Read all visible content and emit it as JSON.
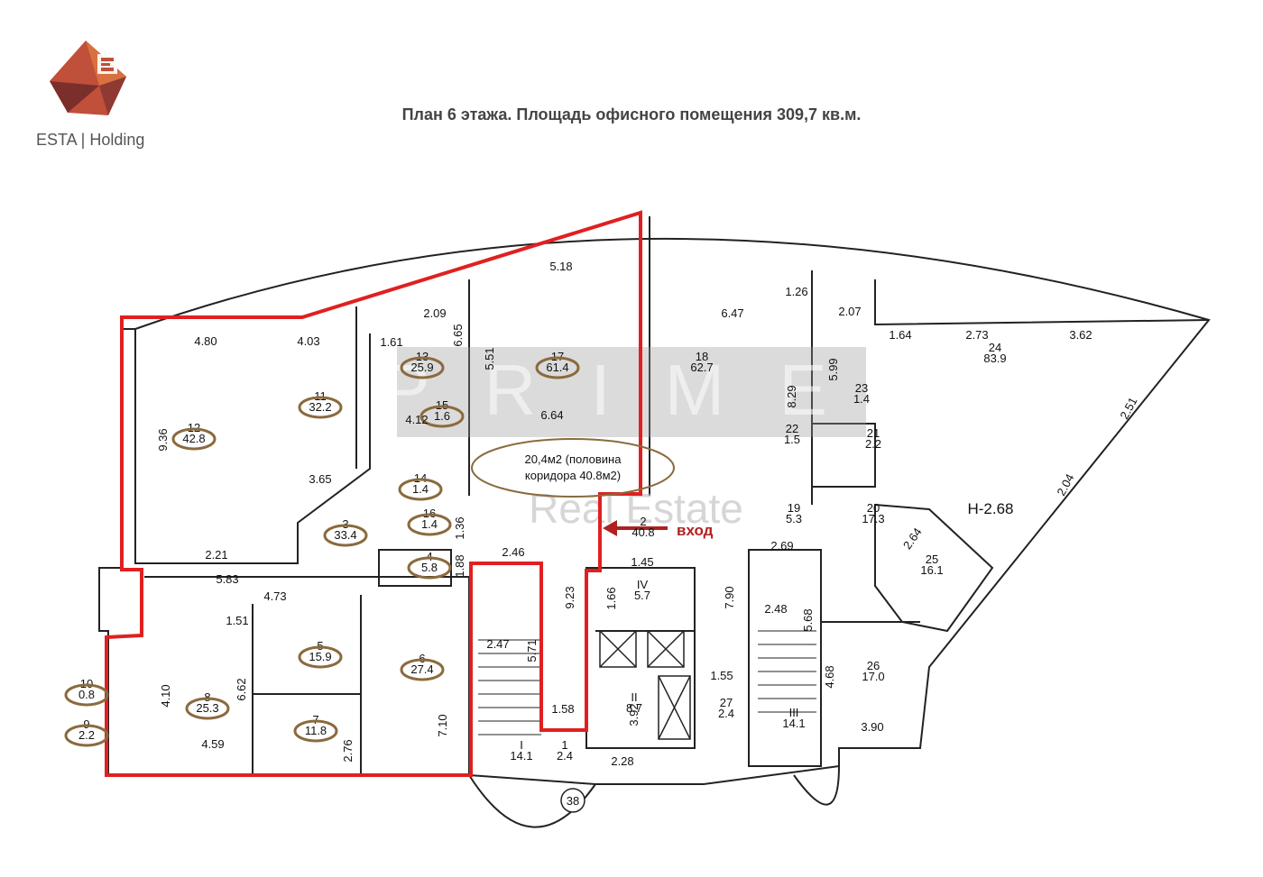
{
  "header": {
    "brand": "ESTA | Holding",
    "title": "План 6 этажа. Площадь офисного помещения 309,7 кв.м."
  },
  "watermark": {
    "main": "PRIME",
    "sub": "Real Estate"
  },
  "colors": {
    "outline": "#e02020",
    "highlight": "#8b6a3e",
    "logo_a": "#c0503a",
    "logo_b": "#7a2f2a"
  },
  "entrance_label": "вход",
  "corridor_note": {
    "line1": "20,4м2 (половина",
    "line2": "коридора 40.8м2)"
  },
  "height_label": "Н-2.68",
  "axis_label": "38",
  "rooms": [
    {
      "num": "12",
      "area": "42.8"
    },
    {
      "num": "11",
      "area": "32.2"
    },
    {
      "num": "3",
      "area": "33.4"
    },
    {
      "num": "13",
      "area": "25.9"
    },
    {
      "num": "17",
      "area": "61.4"
    },
    {
      "num": "18",
      "area": "62.7"
    },
    {
      "num": "15",
      "area": "1.6"
    },
    {
      "num": "14",
      "area": "1.4"
    },
    {
      "num": "16",
      "area": "1.4"
    },
    {
      "num": "4",
      "area": "5.8"
    },
    {
      "num": "2",
      "area": "40.8"
    },
    {
      "num": "24",
      "area": "83.9"
    },
    {
      "num": "23",
      "area": "1.4"
    },
    {
      "num": "22",
      "area": "1.5"
    },
    {
      "num": "21",
      "area": "2.2"
    },
    {
      "num": "19",
      "area": "5.3"
    },
    {
      "num": "20",
      "area": "17.3"
    },
    {
      "num": "25",
      "area": "16.1"
    },
    {
      "num": "5",
      "area": "15.9"
    },
    {
      "num": "6",
      "area": "27.4"
    },
    {
      "num": "7",
      "area": "11.8"
    },
    {
      "num": "8",
      "area": "25.3"
    },
    {
      "num": "10",
      "area": "0.8"
    },
    {
      "num": "9",
      "area": "2.2"
    },
    {
      "num": "IV",
      "area": "5.7"
    },
    {
      "num": "II",
      "area": "8.7"
    },
    {
      "num": "I",
      "area": "14.1"
    },
    {
      "num": "1",
      "area": "2.4"
    },
    {
      "num": "27",
      "area": "2.4"
    },
    {
      "num": "III",
      "area": "14.1"
    },
    {
      "num": "26",
      "area": "17.0"
    }
  ],
  "dims": [
    "4.80",
    "4.03",
    "2.09",
    "5.18",
    "6.47",
    "1.26",
    "2.07",
    "1.64",
    "2.73",
    "3.62",
    "9.36",
    "3.65",
    "1.61",
    "6.65",
    "5.51",
    "6.64",
    "4.12",
    "5.99",
    "8.29",
    "2.51",
    "2.21",
    "5.83",
    "4.73",
    "2.46",
    "1.45",
    "1.36",
    "1.88",
    "9.23",
    "1.66",
    "7.90",
    "2.48",
    "5.68",
    "2.69",
    "2.64",
    "2.04",
    "1.51",
    "6.62",
    "4.10",
    "4.59",
    "2.76",
    "7.10",
    "2.47",
    "5.71",
    "1.58",
    "3.92",
    "2.28",
    "1.55",
    "4.68",
    "3.90"
  ]
}
